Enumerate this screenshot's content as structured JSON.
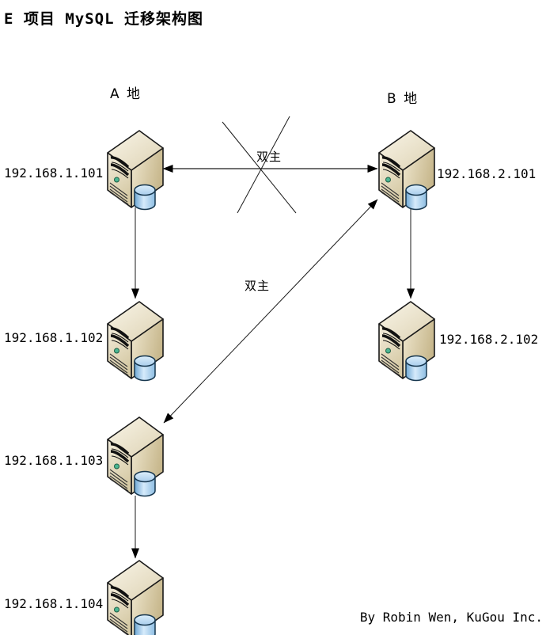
{
  "title": "E 项目 MySQL 迁移架构图",
  "sites": {
    "a": "A 地",
    "b": "B 地"
  },
  "nodes": [
    {
      "id": "a1",
      "site": "A",
      "ip": "192.168.1.101",
      "icon": "server-database-icon"
    },
    {
      "id": "b1",
      "site": "B",
      "ip": "192.168.2.101",
      "icon": "server-database-icon"
    },
    {
      "id": "a2",
      "site": "A",
      "ip": "192.168.1.102",
      "icon": "server-database-icon"
    },
    {
      "id": "b2",
      "site": "B",
      "ip": "192.168.2.102",
      "icon": "server-database-icon"
    },
    {
      "id": "a3",
      "site": "A",
      "ip": "192.168.1.103",
      "icon": "server-database-icon"
    },
    {
      "id": "a4",
      "site": "A",
      "ip": "192.168.1.104",
      "icon": "server-database-icon"
    }
  ],
  "edges": [
    {
      "from": "192.168.1.101",
      "to": "192.168.2.101",
      "style": "double-arrow",
      "label": "双主",
      "crossed_out": true
    },
    {
      "from": "192.168.1.101",
      "to": "192.168.1.102",
      "style": "arrow",
      "label": "",
      "crossed_out": false
    },
    {
      "from": "192.168.2.101",
      "to": "192.168.2.102",
      "style": "arrow",
      "label": "",
      "crossed_out": false
    },
    {
      "from": "192.168.1.103",
      "to": "192.168.2.101",
      "style": "double-arrow",
      "label": "双主",
      "crossed_out": false
    },
    {
      "from": "192.168.1.103",
      "to": "192.168.1.104",
      "style": "arrow",
      "label": "",
      "crossed_out": false
    }
  ],
  "credit": "By Robin Wen, KuGou Inc.",
  "colors": {
    "background": "#ffffff",
    "line": "#1a1a1a",
    "server_body": "#e9e0c4",
    "server_shade": "#c7b78c",
    "database_cylinder": "#a9cdec",
    "led_green": "#4cb793",
    "text": "#000000"
  }
}
